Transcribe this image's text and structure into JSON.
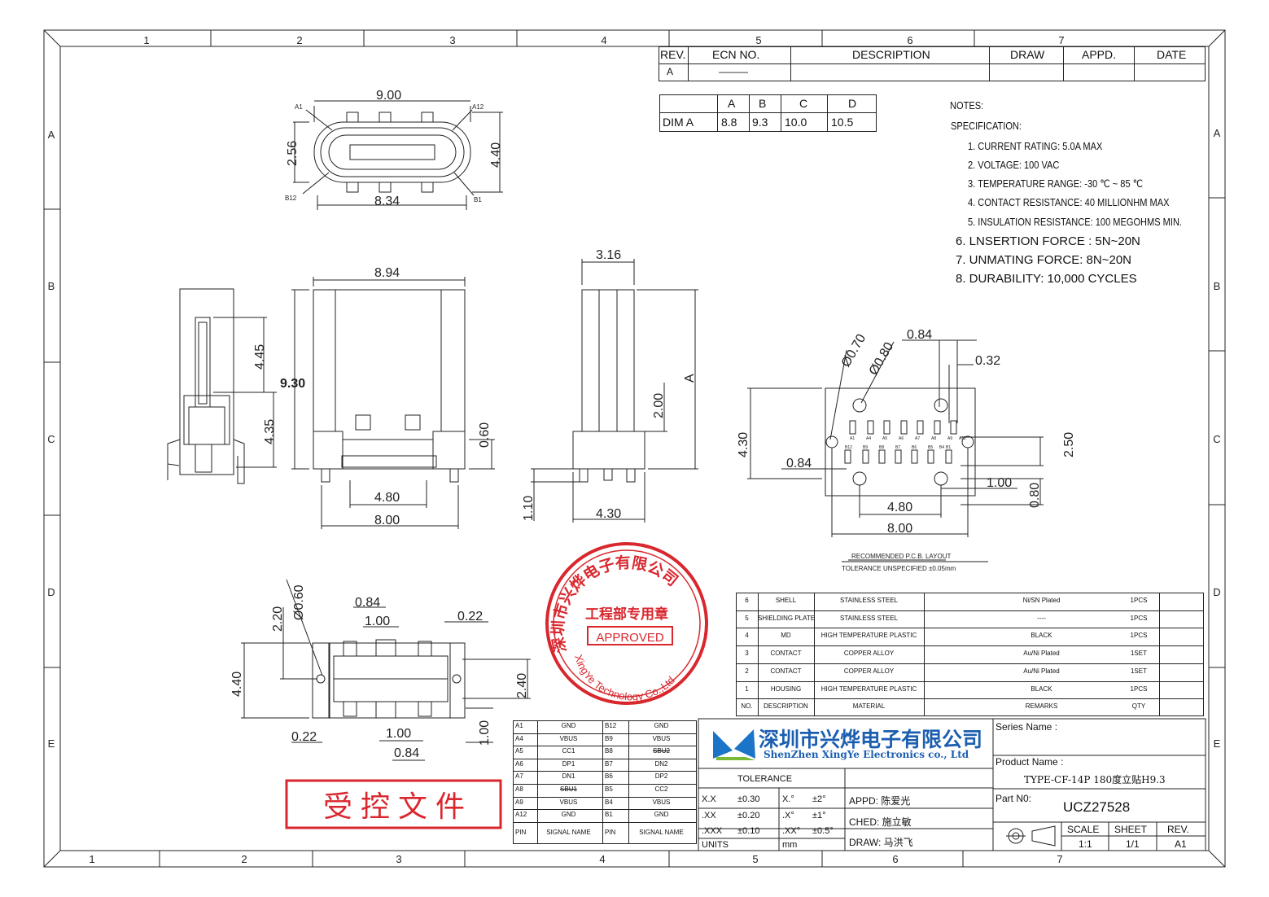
{
  "zones": {
    "top": [
      "1",
      "2",
      "3",
      "4",
      "5",
      "6",
      "7"
    ],
    "bottom": [
      "1",
      "2",
      "3",
      "4",
      "5",
      "6",
      "7"
    ],
    "left": [
      "A",
      "B",
      "C",
      "D",
      "E"
    ],
    "right": [
      "A",
      "B",
      "C",
      "D",
      "E"
    ]
  },
  "revision": {
    "headers": [
      "REV.",
      "ECN NO.",
      "DESCRIPTION",
      "DRAW",
      "APPD.",
      "DATE"
    ],
    "row": [
      "A",
      "———",
      "",
      "",
      "",
      ""
    ]
  },
  "dim_table": {
    "headers": [
      "",
      "A",
      "B",
      "C",
      "D"
    ],
    "row": [
      "DIM A",
      "8.8",
      "9.3",
      "10.0",
      "10.5"
    ]
  },
  "notes": {
    "title": "NOTES:",
    "spec": "SPECIFICATION:",
    "items": [
      "1. CURRENT RATING: 5.0A MAX",
      "2. VOLTAGE: 100 VAC",
      "3. TEMPERATURE RANGE: -30 ℃ ~ 85 ℃",
      "4. CONTACT RESISTANCE: 40 MILLIONHM MAX",
      "5. INSULATION RESISTANCE: 100 MEGOHMS MIN.",
      "6. LNSERTION FORCE : 5N~20N",
      "7. UNMATING FORCE: 8N~20N",
      "8. DURABILITY:  10,000 CYCLES"
    ]
  },
  "dims": {
    "top_view": {
      "w": "9.00",
      "h": "2.56",
      "h2": "4.40",
      "w2": "8.34",
      "a1": "A1",
      "a12": "A12",
      "b12": "B12",
      "b1": "B1"
    },
    "front": {
      "w": "8.94",
      "h": "9.30",
      "h1": "4.45",
      "h2": "4.35",
      "p1": "0.60",
      "p2": "4.80",
      "p3": "8.00"
    },
    "side": {
      "w": "3.16",
      "h": "2.00",
      "a": "A",
      "p": "1.10",
      "b": "4.30"
    },
    "pcb": {
      "d1": "Ø0.70",
      "d2": "Ø0.80",
      "a": "0.84",
      "b": "0.32",
      "c": "4.30",
      "d": "0.84",
      "e": "2.50",
      "f": "1.00",
      "g": "0.80",
      "h": "4.80",
      "i": "8.00",
      "pins_top": [
        "A1",
        "A4",
        "A5",
        "A6",
        "A7",
        "A8",
        "A9",
        "A12"
      ],
      "pins_bot": [
        "B12",
        "B9",
        "B8",
        "B7",
        "B6",
        "B5",
        "B4",
        "B1"
      ],
      "title": "RECOMMENDED  P.C.B. LAYOUT",
      "tol": "TOLERANCE UNSPECIFIED ±0.05mm"
    },
    "bottom": {
      "a": "2.20",
      "d": "Ø0.60",
      "b": "0.84",
      "c": "1.00",
      "e": "0.22",
      "f": "4.40",
      "g": "2.40",
      "h": "0.22",
      "i": "1.00",
      "j": "0.84",
      "k": "1.00"
    }
  },
  "stamp": {
    "outer": "深圳市兴烨电子有限公司",
    "inner": "工程部专用章",
    "approved": "APPROVED",
    "en": "XingYe Technology Co.,Ltd"
  },
  "controlled": "受 控 文 件",
  "bom": {
    "headers": [
      "NO.",
      "DESCRIPTION",
      "MATERIAL",
      "REMARKS",
      "QTY"
    ],
    "rows": [
      [
        "6",
        "SHELL",
        "STAINLESS STEEL",
        "Ni/SN  Plated",
        "1PCS"
      ],
      [
        "5",
        "SHIELDING PLATE",
        "STAINLESS STEEL",
        "----",
        "1PCS"
      ],
      [
        "4",
        "MD",
        "HIGH TEMPERATURE PLASTIC",
        "BLACK",
        "1PCS"
      ],
      [
        "3",
        "CONTACT",
        "COPPER ALLOY",
        "Au/Ni Plated",
        "1SET"
      ],
      [
        "2",
        "CONTACT",
        "COPPER ALLOY",
        "Au/Ni Plated",
        "1SET"
      ],
      [
        "1",
        "HOUSING",
        "HIGH TEMPERATURE PLASTIC",
        "BLACK",
        "1PCS"
      ]
    ]
  },
  "pins": {
    "rows": [
      [
        "A1",
        "GND",
        "B12",
        "GND"
      ],
      [
        "A4",
        "VBUS",
        "B9",
        "VBUS"
      ],
      [
        "A5",
        "CC1",
        "B8",
        "SBU2"
      ],
      [
        "A6",
        "DP1",
        "B7",
        "DN2"
      ],
      [
        "A7",
        "DN1",
        "B6",
        "DP2"
      ],
      [
        "A8",
        "SBU1",
        "B5",
        "CC2"
      ],
      [
        "A9",
        "VBUS",
        "B4",
        "VBUS"
      ],
      [
        "A12",
        "GND",
        "B1",
        "GND"
      ]
    ],
    "footer": [
      "PIN",
      "SIGNAL NAME",
      "PIN",
      "SIGNAL NAME"
    ]
  },
  "title_block": {
    "company_cn": "深圳市兴烨电子有限公司",
    "company_en": "ShenZhen XingYe Electronics co., Ltd",
    "tolerance": "TOLERANCE",
    "tol_rows": [
      [
        "X.X",
        "±0.30",
        "X.°",
        "±2°"
      ],
      [
        ".XX",
        "±0.20",
        ".X°",
        "±1°"
      ],
      [
        ".XXX",
        "±0.10",
        ".XX°",
        "±0.5°"
      ]
    ],
    "units": "UNITS",
    "units_val": "mm",
    "appd": "APPD: 陈爱光",
    "ched": "CHED: 施立敏",
    "draw": "DRAW: 马洪飞",
    "series_label": "Series Name :",
    "product_label": "Product Name :",
    "product": "TYPE-CF-14P 180度立贴H9.3",
    "part_label": "Part N0:",
    "part": "UCZ27528",
    "scale_label": "SCALE",
    "scale": "1:1",
    "sheet_label": "SHEET",
    "sheet": "1/1",
    "rev_label": "REV.",
    "rev": "A1"
  }
}
